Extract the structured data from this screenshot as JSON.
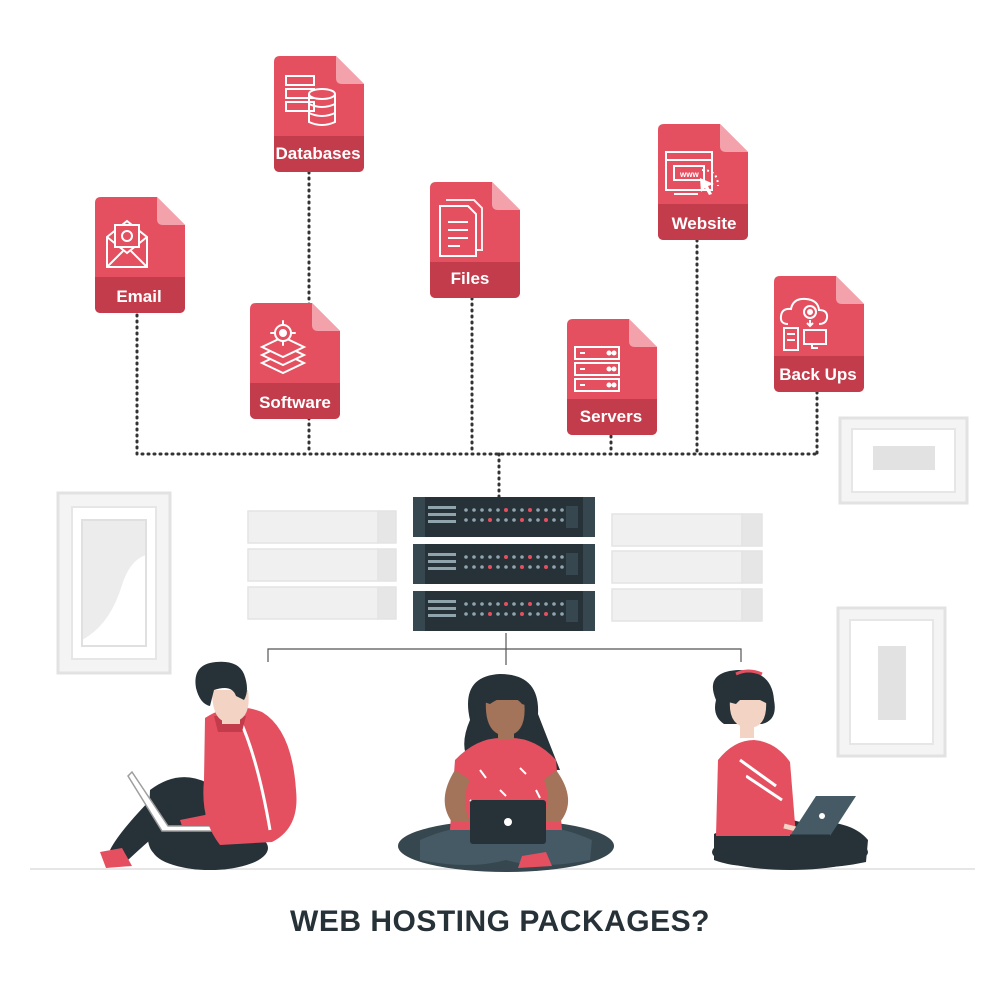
{
  "title": "WEB HOSTING PACKAGES?",
  "colors": {
    "accent": "#e4505f",
    "accent_dark": "#c23c4b",
    "dark": "#263238",
    "line": "#333333",
    "light_gray": "#ececec"
  },
  "documents": [
    {
      "key": "databases",
      "label": "Databases",
      "icon": "database-icon"
    },
    {
      "key": "email",
      "label": "Email",
      "icon": "envelope-icon"
    },
    {
      "key": "files",
      "label": "Files",
      "icon": "files-icon"
    },
    {
      "key": "website",
      "label": "Website",
      "icon": "browser-icon"
    },
    {
      "key": "software",
      "label": "Software",
      "icon": "layers-gear-icon"
    },
    {
      "key": "servers",
      "label": "Servers",
      "icon": "server-rack-icon"
    },
    {
      "key": "backups",
      "label": "Back Ups",
      "icon": "cloud-backup-icon"
    }
  ],
  "people": [
    "person-man-laptop",
    "person-woman-center-laptop",
    "person-woman-right-laptop"
  ]
}
